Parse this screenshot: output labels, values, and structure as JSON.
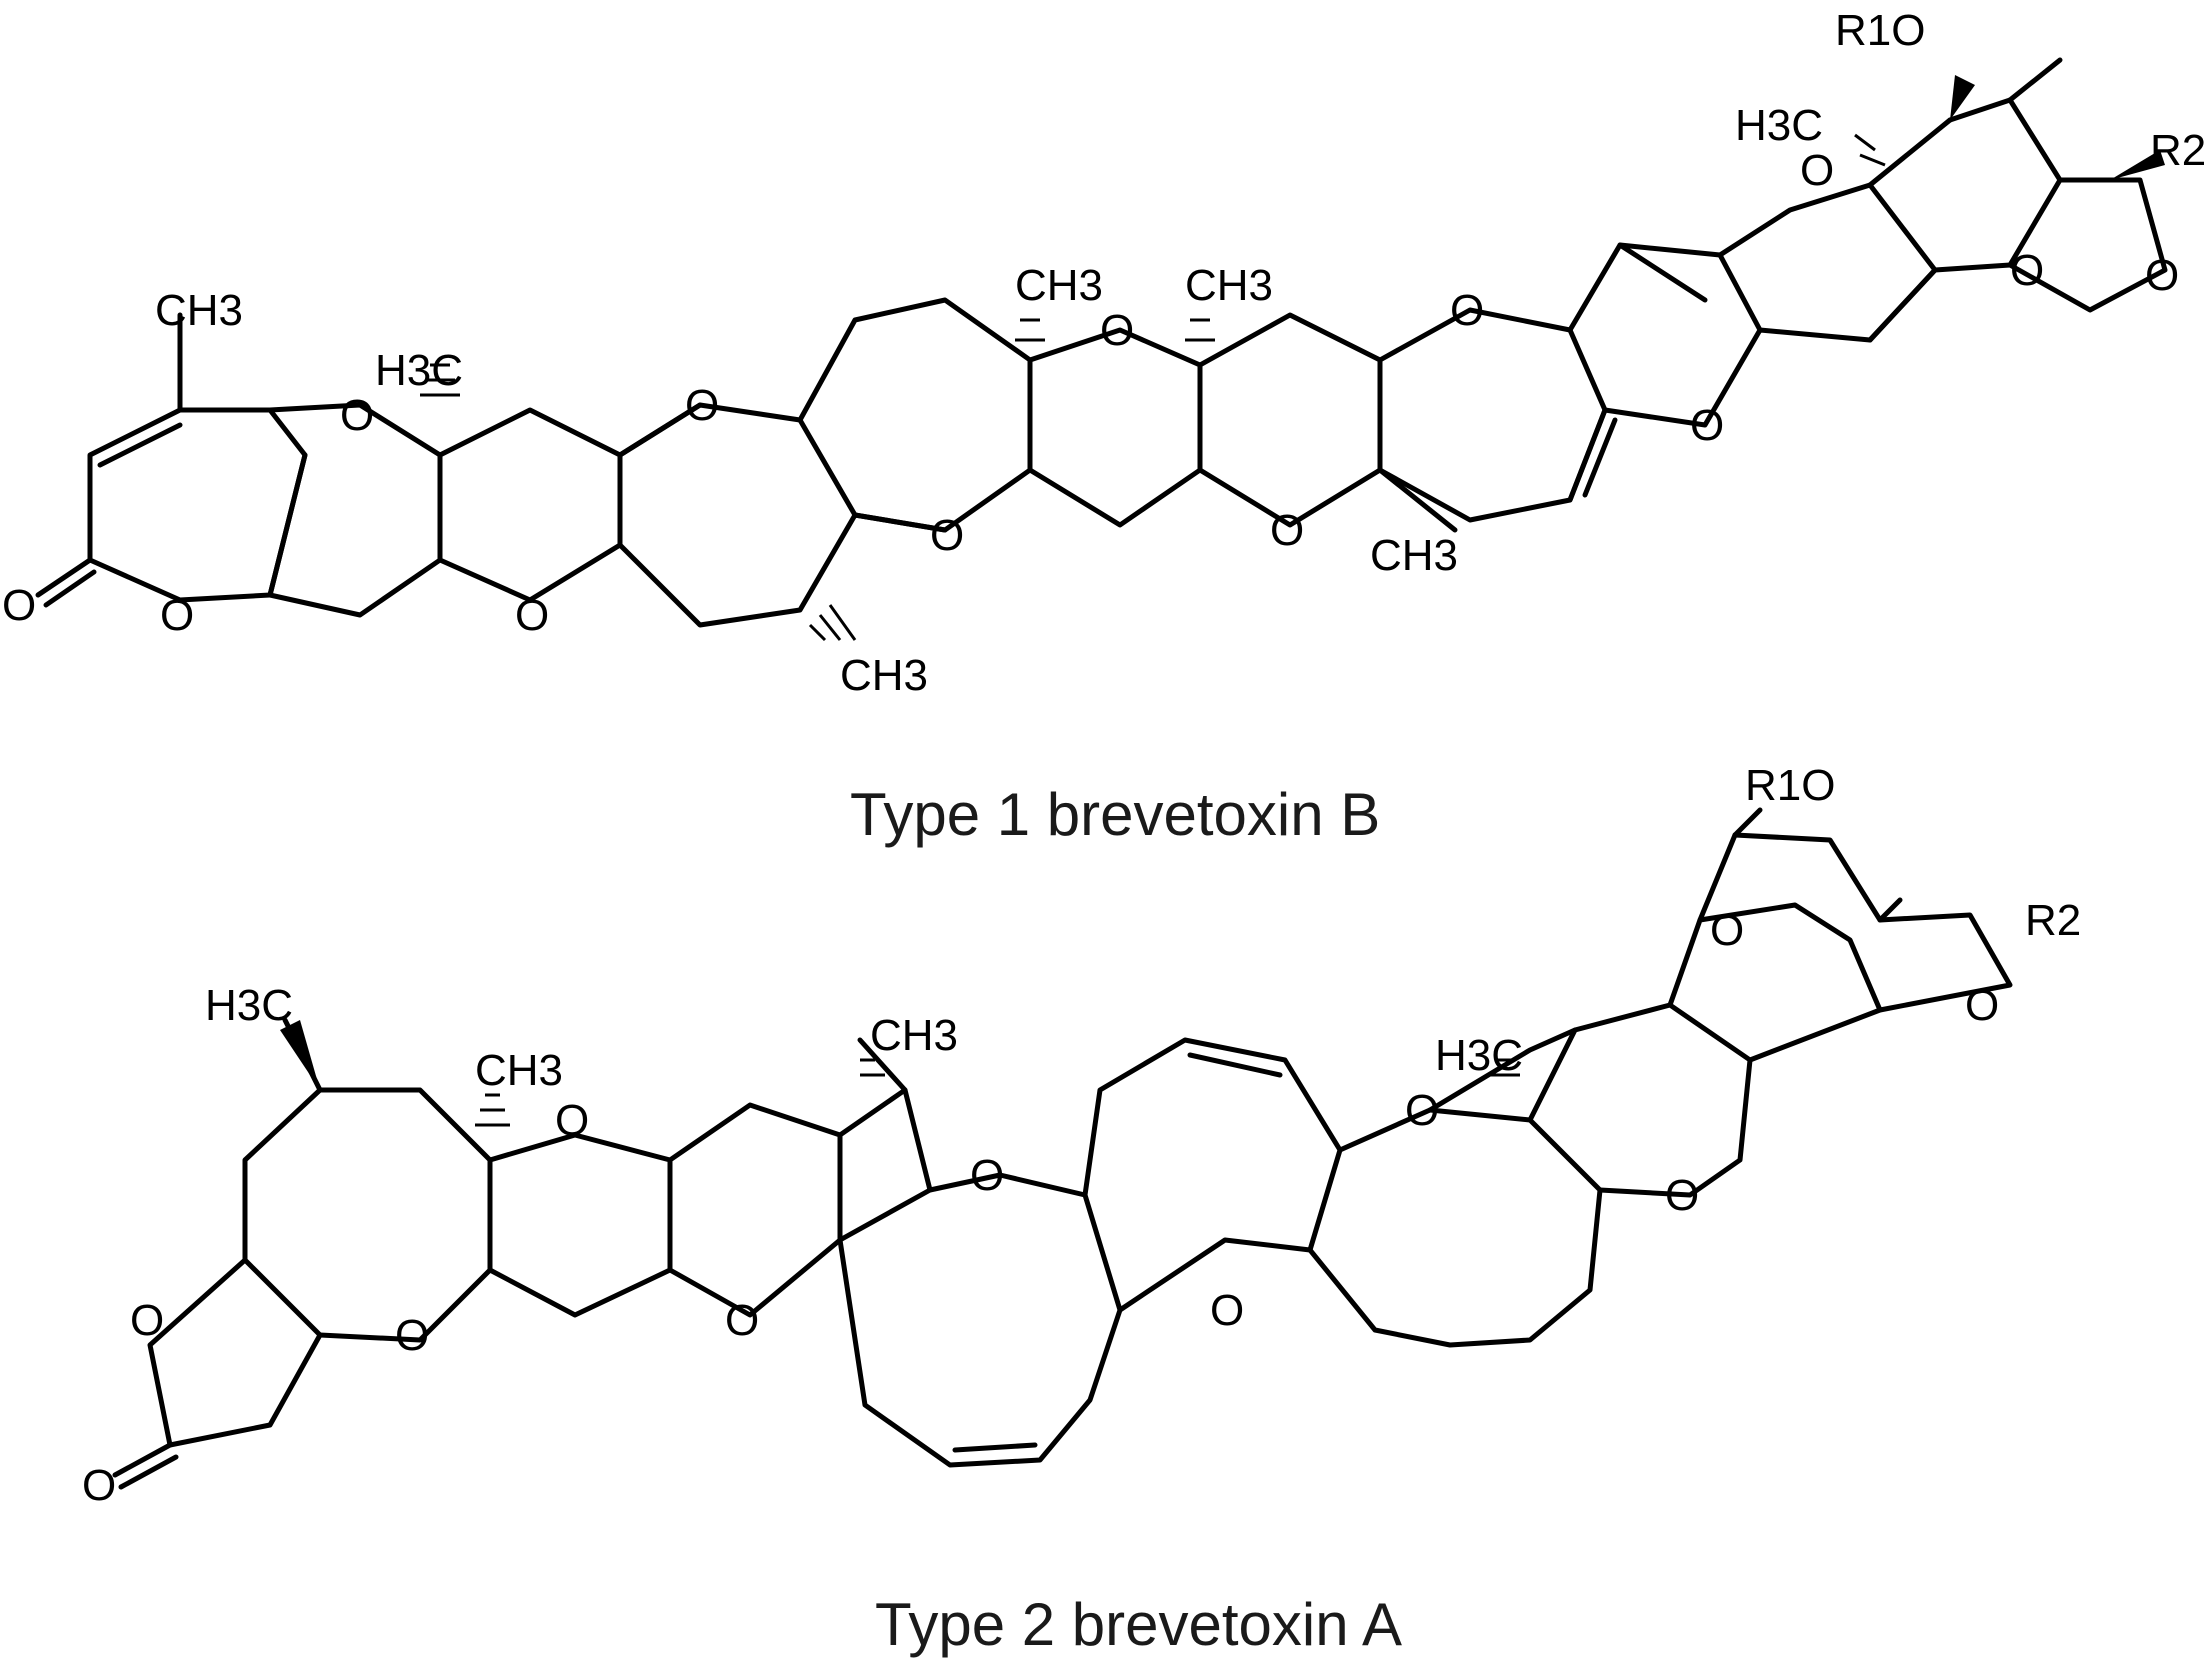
{
  "figure": {
    "caption_1": "Type 1    brevetoxin B",
    "caption_2": "Type 2   brevetoxin A"
  },
  "structure_1": {
    "labels": {
      "methyl_top_left": "CH3",
      "carbonyl_o": "O",
      "lactone_o": "O",
      "ring_o_1": "O",
      "methyl_h3c_1": "H3C",
      "ring_o_2": "O",
      "ring_o_3": "O",
      "ring_o_4": "O",
      "ring_o_5": "O",
      "methyl_ch3_bottom": "CH3",
      "methyl_ch3_mid_1": "CH3",
      "ring_o_6": "O",
      "methyl_ch3_mid_2": "CH3",
      "ring_o_7": "O",
      "methyl_ch3_low": "CH3",
      "ring_o_8": "O",
      "ring_o_9": "O",
      "ring_o_10": "O",
      "methyl_h3c_2": "H3C",
      "ring_o_11": "O",
      "r1o": "R1O",
      "r2": "R2"
    }
  },
  "structure_2": {
    "labels": {
      "methyl_h3c_1": "H3C",
      "lactone_o": "O",
      "carbonyl_o": "O",
      "ring_o_1": "O",
      "methyl_ch3_1": "CH3",
      "ring_o_2": "O",
      "ring_o_3": "O",
      "methyl_ch3_2": "CH3",
      "ring_o_4": "O",
      "ring_o_5": "O",
      "ring_o_6": "O",
      "methyl_h3c_2": "H3C",
      "ring_o_7": "O",
      "ring_o_8": "O",
      "ring_o_9": "O",
      "r1o": "R1O",
      "r2": "R2"
    }
  }
}
